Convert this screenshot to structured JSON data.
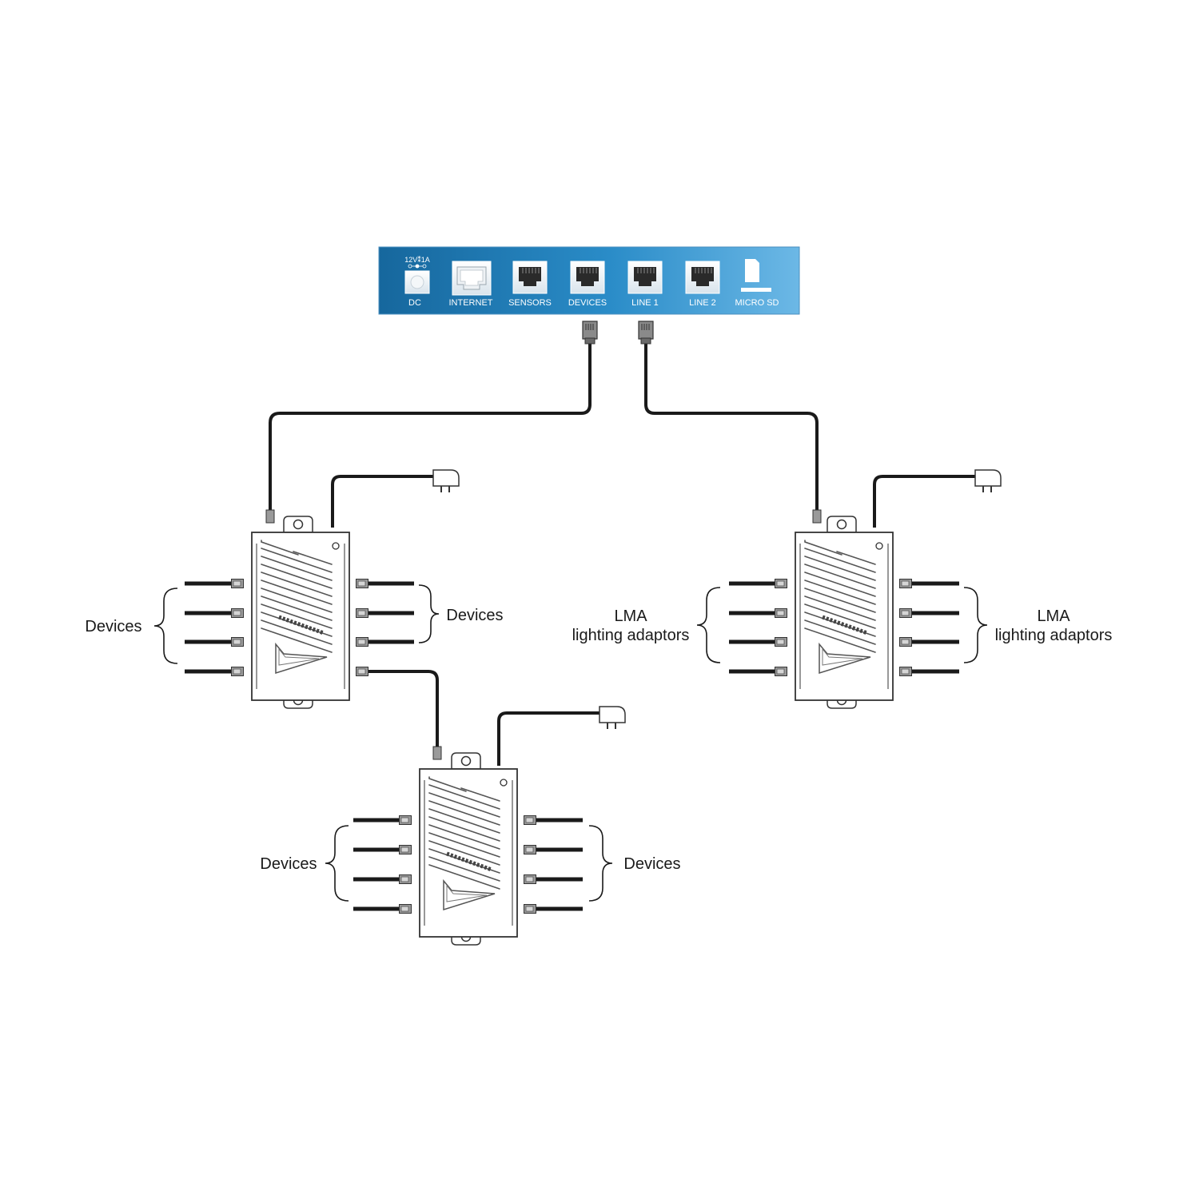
{
  "hub": {
    "voltage_label": "12V⁑1A",
    "ports": [
      {
        "label": "DC",
        "icon": "dc-jack-icon"
      },
      {
        "label": "INTERNET",
        "icon": "ethernet-port-icon"
      },
      {
        "label": "SENSORS",
        "icon": "rj-port-icon"
      },
      {
        "label": "DEVICES",
        "icon": "rj-port-icon"
      },
      {
        "label": "LINE 1",
        "icon": "rj-port-icon"
      },
      {
        "label": "LINE 2",
        "icon": "rj-port-icon"
      },
      {
        "label": "MICRO SD",
        "icon": "sd-card-icon"
      }
    ],
    "panel_color": "#1f88c4"
  },
  "labels": {
    "devices": "Devices",
    "lma_line1": "LMA",
    "lma_line2": "lighting adaptors"
  },
  "colors": {
    "cable": "#1a1a1a",
    "outline": "#333333"
  }
}
